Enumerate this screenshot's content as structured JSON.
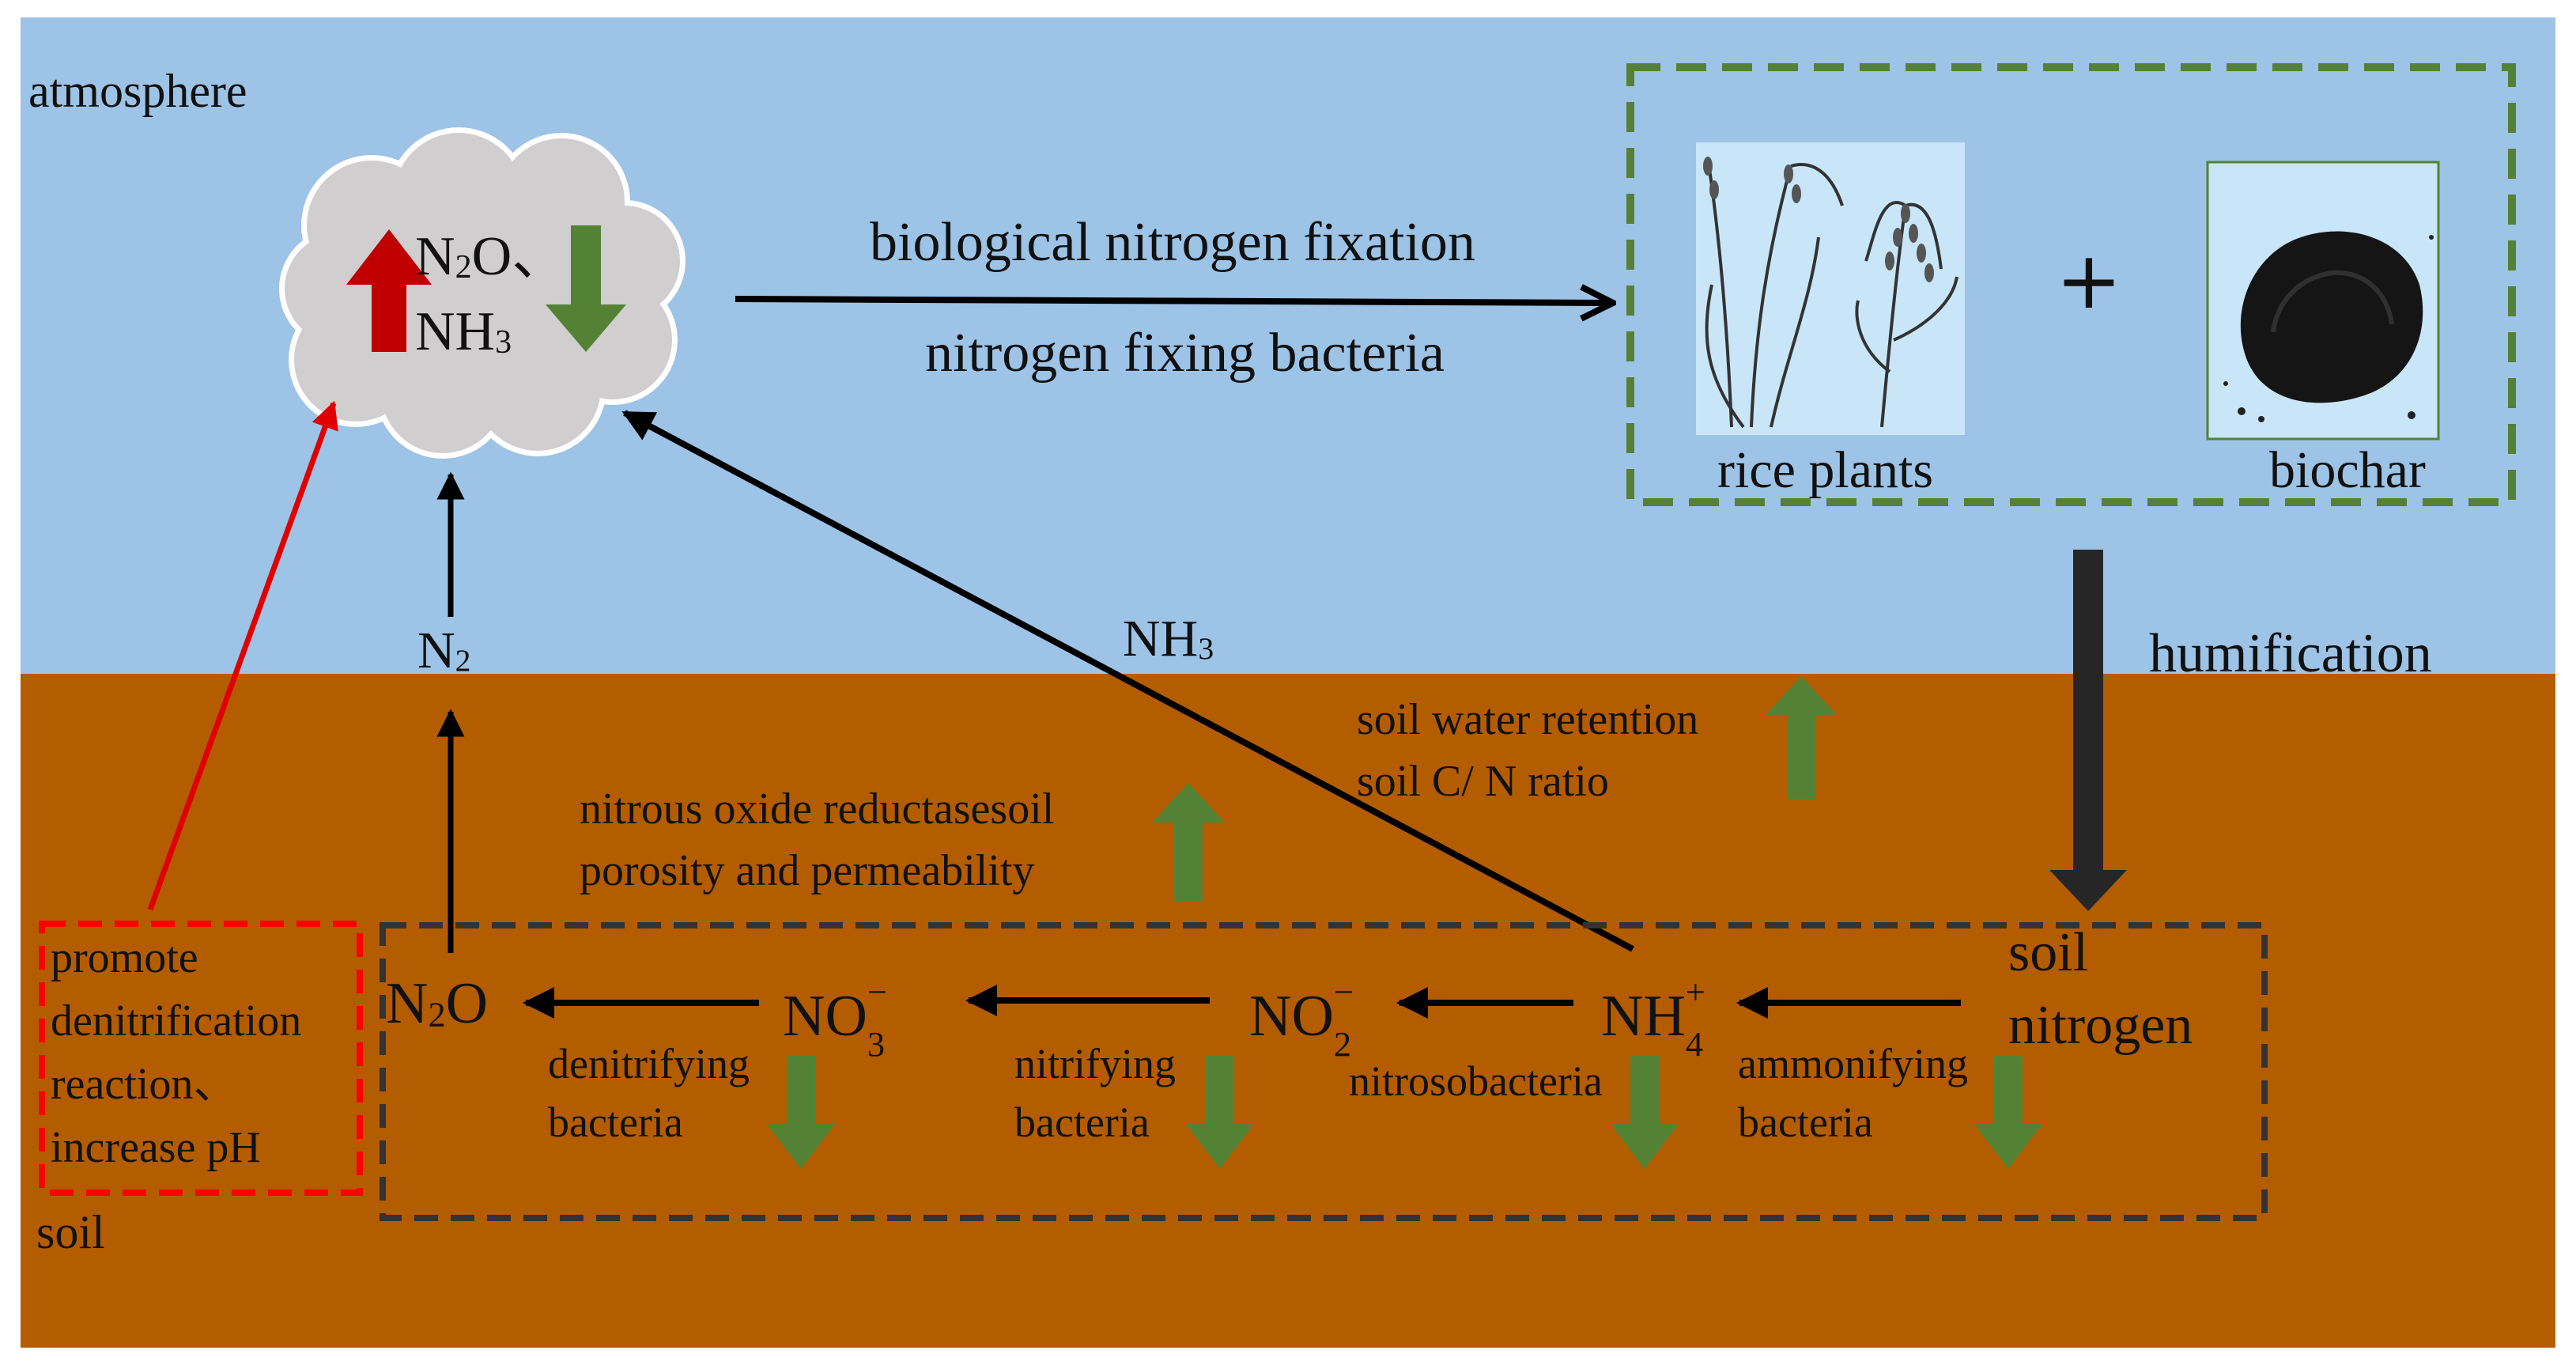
{
  "colors": {
    "atmosphere": "#9dc3e6",
    "soil": "#b45c00",
    "cloud": "#d0cece",
    "up_red": "#c00000",
    "down_green": "#548235",
    "green_dash": "#548235",
    "red_dash": "#ff0000",
    "soil_box_dash": "#333333",
    "arrow": "#000000",
    "red_arrow": "#e00000",
    "humification_arrow": "#262626"
  },
  "icons": {
    "red_up": "arrow-up-icon",
    "green_down": "arrow-down-icon",
    "green_up": "arrow-up-icon"
  },
  "zones": {
    "atmosphere_label": "atmosphere",
    "soil_label": "soil"
  },
  "cloud": {
    "n2o": "N",
    "n2o_sub": "2",
    "n2o_tail": "O、",
    "nh3": "NH",
    "nh3_sub": "3"
  },
  "fixation": {
    "top": "biological nitrogen fixation",
    "bottom": "nitrogen fixing bacteria"
  },
  "inputs": {
    "rice": "rice plants",
    "plus": "+",
    "biochar": "biochar"
  },
  "humification": "humification",
  "n2_gas": {
    "main": "N",
    "sub": "2"
  },
  "nh3_gas": {
    "main": "NH",
    "sub": "3"
  },
  "effects": {
    "water_1": "soil water retention",
    "water_2": "soil C/ N ratio",
    "nos_1": "nitrous oxide reductasesoil",
    "nos_2": "porosity and permeability"
  },
  "chain": {
    "n2o": {
      "main": "N",
      "sub": "2",
      "tail": "O"
    },
    "no3": {
      "main": "NO",
      "sub": "3",
      "sup": "−"
    },
    "no2": {
      "main": "NO",
      "sub": "2",
      "sup": "−"
    },
    "nh4": {
      "main": "NH",
      "sub": "4",
      "sup": "+"
    },
    "soil_n_1": "soil",
    "soil_n_2": "nitrogen"
  },
  "bacteria": {
    "denitrifying_1": "denitrifying",
    "denitrifying_2": "bacteria",
    "nitrifying_1": "nitrifying",
    "nitrifying_2": "bacteria",
    "nitroso": "nitrosobacteria",
    "ammonifying_1": "ammonifying",
    "ammonifying_2": "bacteria"
  },
  "promote": {
    "l1": "promote",
    "l2": "denitrification",
    "l3": "reaction、",
    "l4": "increase pH"
  }
}
